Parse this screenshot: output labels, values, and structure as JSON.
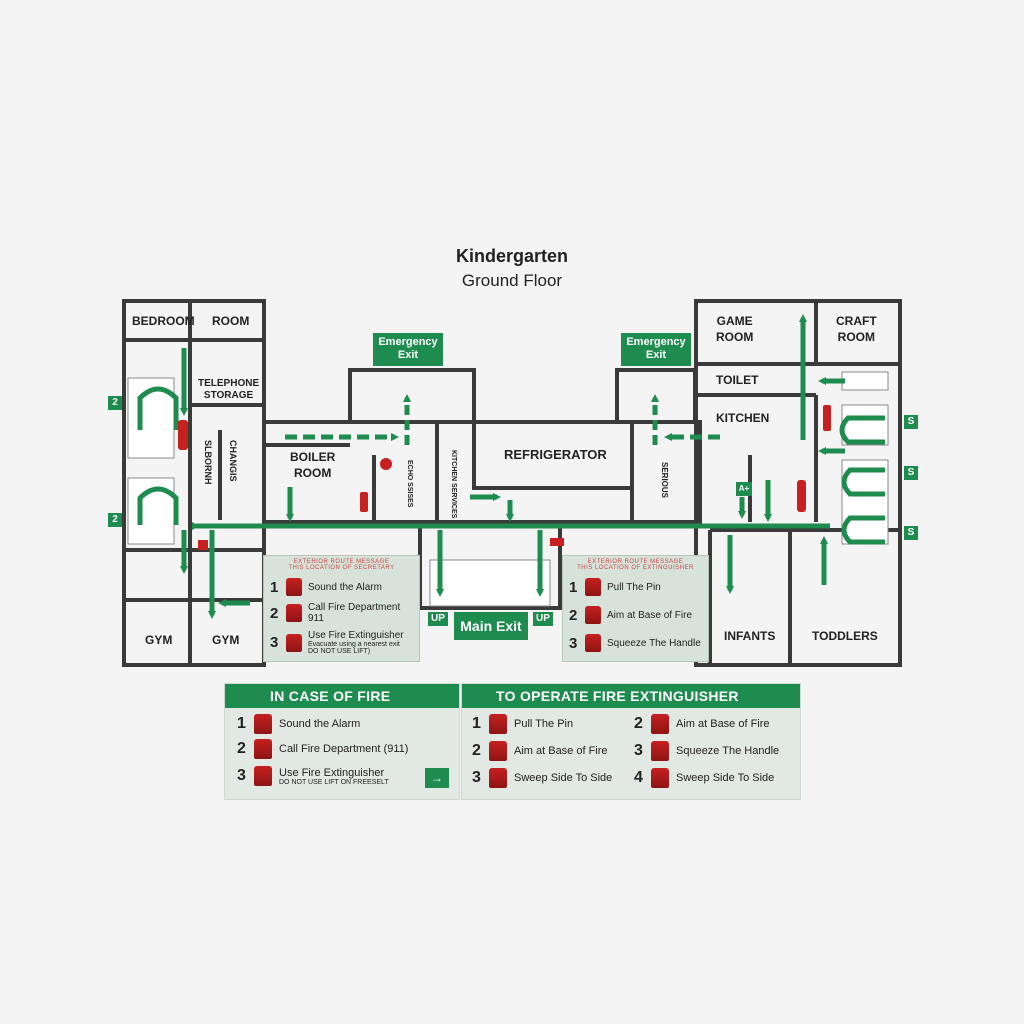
{
  "title": "Kindergarten",
  "subtitle": "Ground Floor",
  "rooms": {
    "bedroom": "BEDROOM",
    "room": "ROOM",
    "telephone_storage": "TELEPHONE\nSTORAGE",
    "boiler_room": "BOILER\nROOM",
    "refrigerator": "REFRIGERATOR",
    "game_room": "GAME\nROOM",
    "craft_room": "CRAFT\nROOM",
    "toilet": "TOILET",
    "kitchen": "KITCHEN",
    "gym1": "GYM",
    "gym2": "GYM",
    "infants": "INFANTS",
    "toddlers": "TODDLERS",
    "vertical_a": "SLBORNH",
    "vertical_b": "CHANGIS",
    "vertical_c": "SERIOUS",
    "vertical_d": "ECHO SSISES",
    "vertical_e": "KITCHEN SERVICES"
  },
  "signs": {
    "emergency_exit_left": "Emergency\nExit",
    "emergency_exit_right": "Emergency\nExit",
    "main_exit": "Main Exit",
    "up_left": "UP",
    "up_right": "UP",
    "side_left_top": "2",
    "side_left_bottom": "2",
    "side_right_1": "S",
    "side_right_2": "S",
    "side_right_3": "S",
    "first_aid": "A+"
  },
  "inner_left": {
    "header": "EXTERIOR ROUTE MESSAGE\nTHIS LOCATION OF SECRETARY",
    "steps": [
      {
        "n": "1",
        "text": "Sound the Alarm",
        "icon": "alarm-icon"
      },
      {
        "n": "2",
        "text": "Call Fire Department\n911",
        "icon": "phone-icon"
      },
      {
        "n": "3",
        "text": "Use Fire Extinguisher",
        "sub": "Evacuate using a nearest exit\nDO NOT USE LIFT)",
        "icon": "extinguisher-icon"
      }
    ]
  },
  "inner_right": {
    "header": "EXTERIOR ROUTE MESSAGE\nTHIS LOCATION OF EXTINGUISHER",
    "steps": [
      {
        "n": "1",
        "text": "Pull The Pin",
        "icon": "extinguisher-icon"
      },
      {
        "n": "2",
        "text": "Aim at Base of Fire",
        "icon": "hose-icon"
      },
      {
        "n": "3",
        "text": "Squeeze The Handle",
        "icon": "handle-icon"
      }
    ]
  },
  "panel_fire": {
    "title": "IN CASE OF FIRE",
    "steps": [
      {
        "n": "1",
        "text": "Sound the Alarm",
        "icon": "alarm-icon"
      },
      {
        "n": "2",
        "text": "Call Fire Department (911)",
        "icon": "phone-icon"
      },
      {
        "n": "3",
        "text": "Use Fire Extinguisher",
        "sub": "DO NOT USE LIFT  ON FREESELT",
        "icon": "extinguisher-icon"
      }
    ],
    "exit_icon": "running-exit-icon"
  },
  "panel_ext": {
    "title": "TO OPERATE FIRE EXTINGUISHER",
    "left": [
      {
        "n": "1",
        "text": "Pull The Pin",
        "icon": "extinguisher-icon"
      },
      {
        "n": "2",
        "text": "Aim at Base of Fire",
        "icon": "hose-icon"
      },
      {
        "n": "3",
        "text": "Sweep Side To Side",
        "icon": "sweep-icon"
      }
    ],
    "right": [
      {
        "n": "2",
        "text": "Aim at Base of Fire",
        "icon": "hose-icon"
      },
      {
        "n": "3",
        "text": "Squeeze The Handle",
        "icon": "handle-icon"
      },
      {
        "n": "4",
        "text": "Sweep Side To Side",
        "icon": "sweep-icon"
      }
    ]
  },
  "colors": {
    "wall": "#3a3a3a",
    "route": "#1e8c4e",
    "fire": "#c62020",
    "panel": "#e2e8e3"
  }
}
